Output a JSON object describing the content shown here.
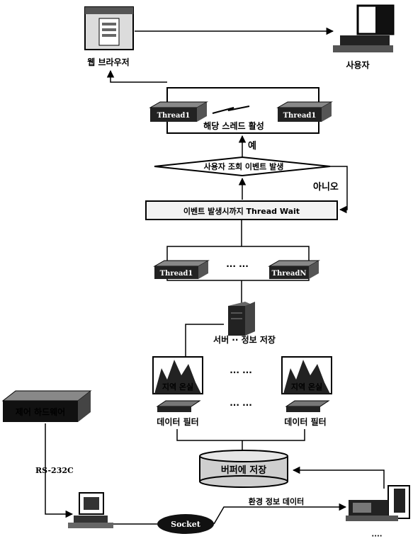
{
  "labels": {
    "web_browser": "웹 브라우저",
    "user": "사용자",
    "thread1_a": "Thread1",
    "thread1_b": "Thread1",
    "activate_thread": "해당 스레드 활성",
    "yes": "예",
    "decision": "사용자 조회 이벤트 발생",
    "no": "아니오",
    "wait_box": "이벤트 발생시까지 Thread Wait",
    "pool_thread1": "Thread1",
    "pool_dots": "··· ···",
    "pool_threadN": "ThreadN",
    "server_store": "서버 ·· 정보 저장",
    "region_env_left": "지역 온실",
    "region_dots": "··· ···",
    "region_env_right": "지역 온실",
    "filter_dots": "··· ···",
    "data_filter_left": "데이터 필터",
    "data_filter_right": "데이터 필터",
    "buffer_store": "버퍼에 저장",
    "control_hw": "제어 하드웨어",
    "rs232c": "RS-232C",
    "socket": "Socket",
    "env_data": "환경 정보 데이터",
    "bottom_dots": "····"
  }
}
